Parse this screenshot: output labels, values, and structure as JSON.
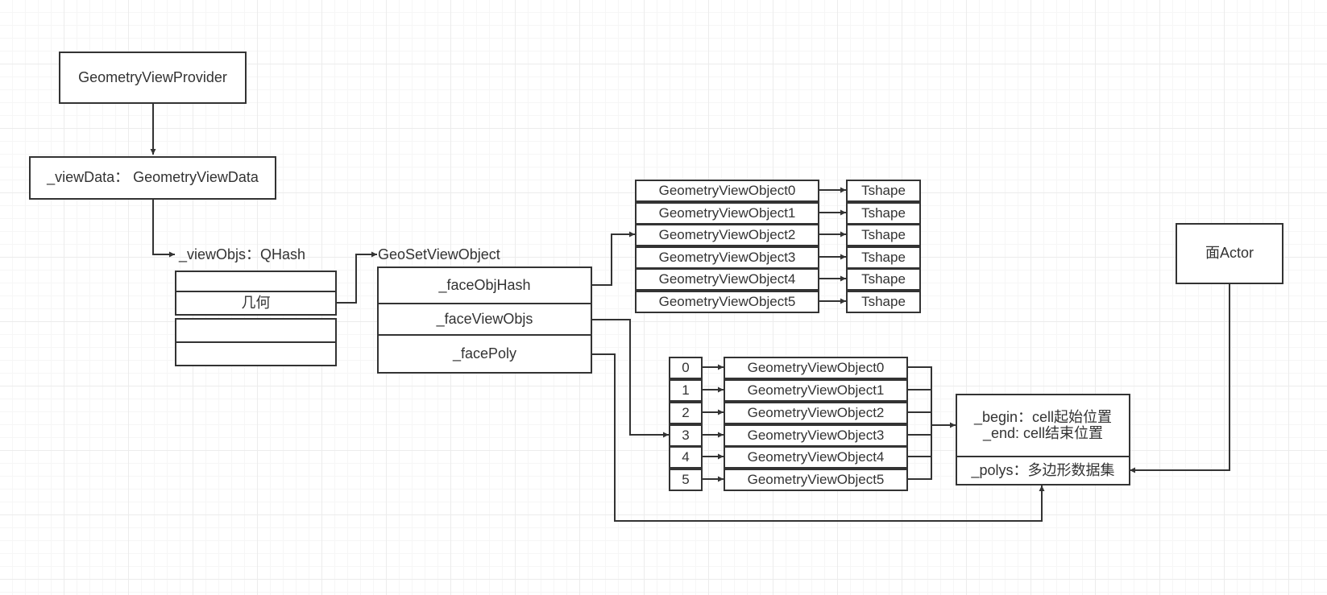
{
  "provider": "GeometryViewProvider",
  "view_data": "_viewData： GeometryViewData",
  "view_objs_label": "_viewObjs：QHash",
  "hash_cells": [
    "",
    "几何",
    "",
    ""
  ],
  "geoset_label": "GeoSetViewObject",
  "geoset_fields": [
    "_faceObjHash",
    "_faceViewObjs",
    "_facePoly"
  ],
  "hash_objects": [
    "GeometryViewObject0",
    "GeometryViewObject1",
    "GeometryViewObject2",
    "GeometryViewObject3",
    "GeometryViewObject4",
    "GeometryViewObject5"
  ],
  "tshapes": [
    "Tshape",
    "Tshape",
    "Tshape",
    "Tshape",
    "Tshape",
    "Tshape"
  ],
  "list_indices": [
    "0",
    "1",
    "2",
    "3",
    "4",
    "5"
  ],
  "list_objects": [
    "GeometryViewObject0",
    "GeometryViewObject1",
    "GeometryViewObject2",
    "GeometryViewObject3",
    "GeometryViewObject4",
    "GeometryViewObject5"
  ],
  "poly_info": {
    "begin": "_begin：cell起始位置",
    "end": "_end: cell结束位置",
    "polys": "_polys：多边形数据集"
  },
  "face_actor": "面Actor",
  "colors": {
    "stroke": "#333333",
    "text": "#333333",
    "grid": "#ececec",
    "background": "#ffffff"
  }
}
